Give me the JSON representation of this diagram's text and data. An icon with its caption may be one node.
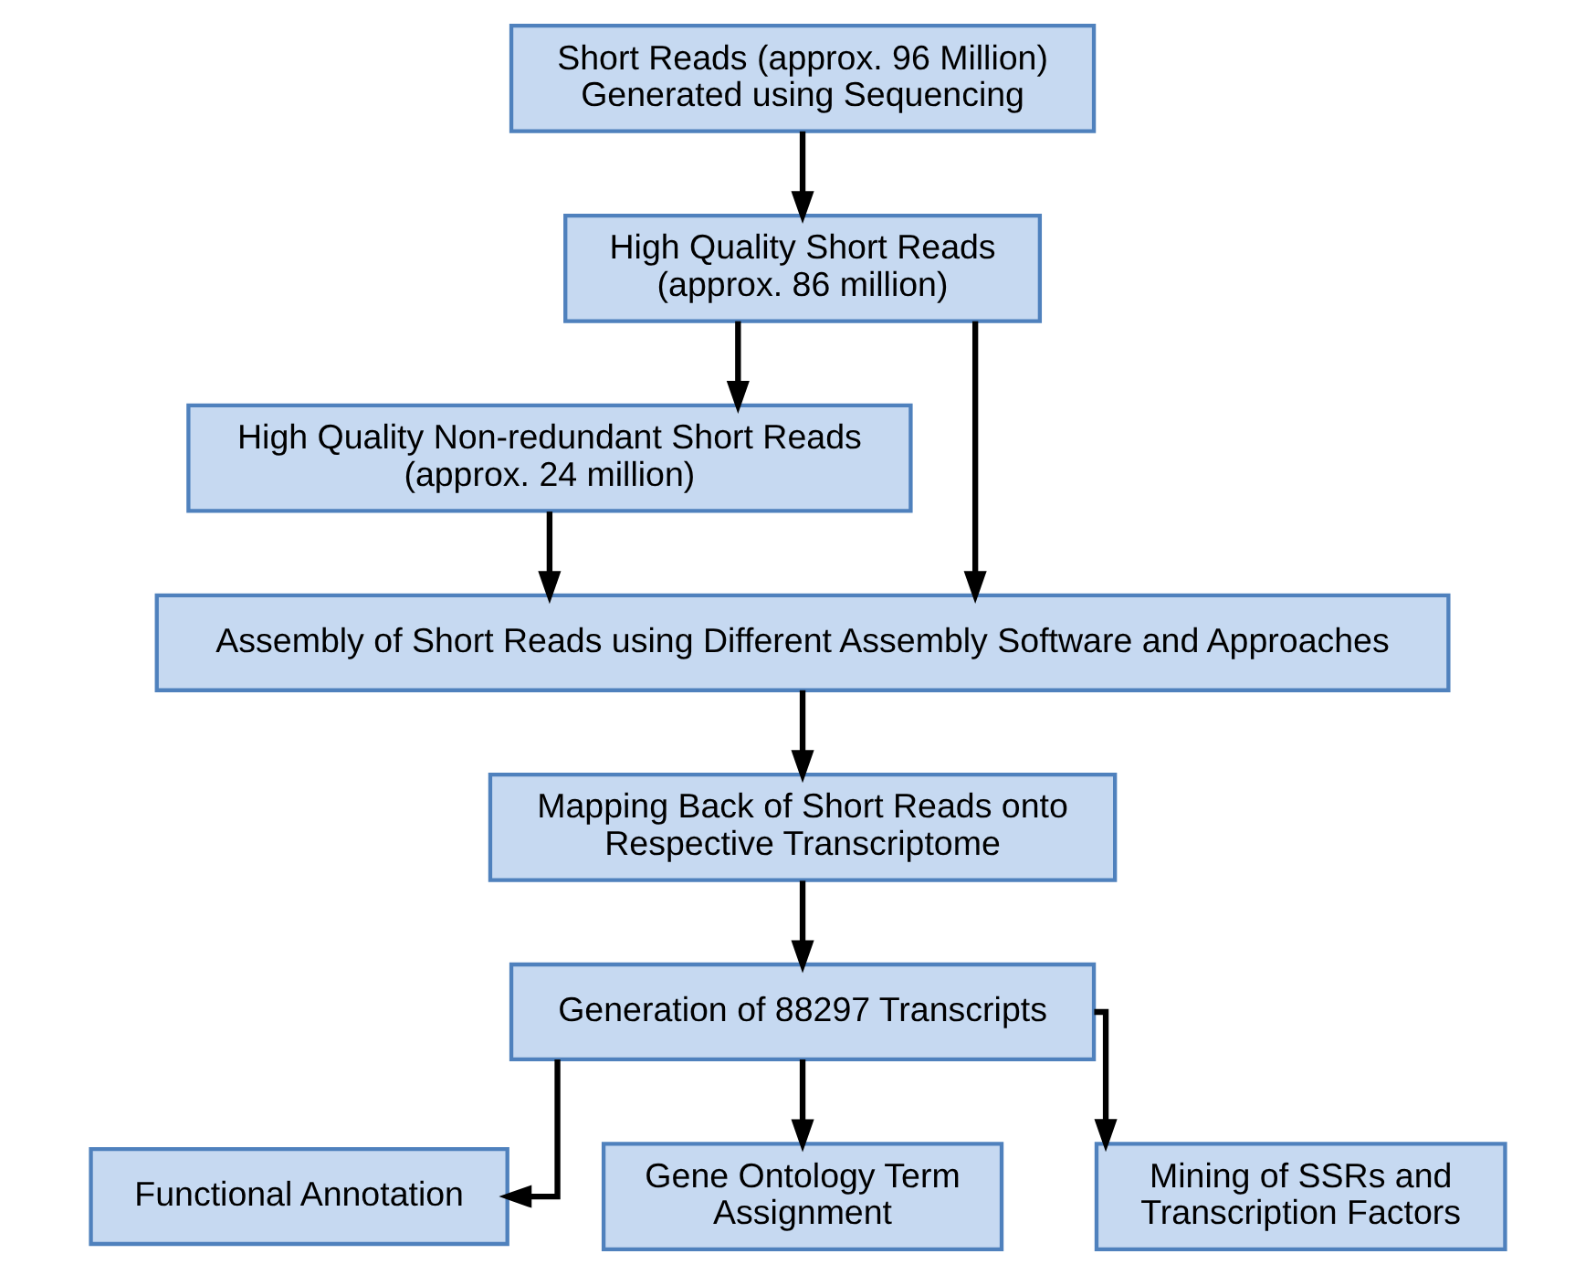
{
  "diagram": {
    "nodes": [
      {
        "text": [
          "Short Reads (approx. 96 Million) Generated using Sequencing"
        ]
      },
      {
        "text": [
          "High Quality Short Reads (approx. 86 million)"
        ]
      },
      {
        "text": [
          "High Quality Non-redundant Short Reads (approx. 24 million)"
        ]
      },
      {
        "text": [
          "Assembly of Short Reads using Different Assembly Software and Approaches"
        ]
      },
      {
        "text": [
          "Mapping Back of Short Reads onto Respective Transcriptome"
        ]
      },
      {
        "text": [
          "Generation of 88297 Transcripts"
        ]
      },
      {
        "text": [
          "Functional Annotation"
        ]
      },
      {
        "text": [
          "Gene Ontology Term Assignment"
        ]
      },
      {
        "text": [
          "Mining of SSRs and Transcription Factors"
        ]
      }
    ],
    "edges": [
      {
        "from": 0,
        "to": 1,
        "arrow": "to"
      },
      {
        "from": 1,
        "to": 2,
        "arrow": "to"
      },
      {
        "from": 1,
        "to": 3,
        "arrow": "to"
      },
      {
        "from": 2,
        "to": 3,
        "arrow": "to"
      },
      {
        "from": 3,
        "to": 4,
        "arrow": "to"
      },
      {
        "from": 4,
        "to": 5,
        "arrow": "to"
      },
      {
        "from": 5,
        "to": 6,
        "arrow": "to"
      },
      {
        "from": 5,
        "to": 7,
        "arrow": "to"
      },
      {
        "from": 5,
        "to": 8,
        "arrow": "to"
      }
    ]
  }
}
